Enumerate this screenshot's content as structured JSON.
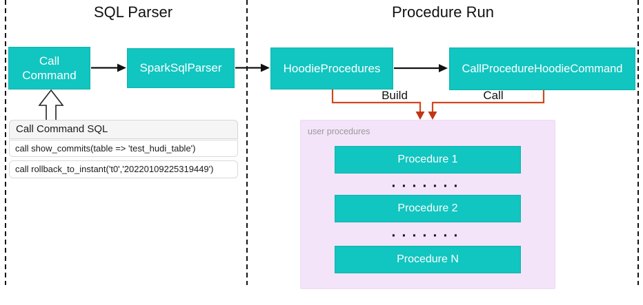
{
  "sections": {
    "sql_parser": {
      "title": "SQL Parser"
    },
    "procedure_run": {
      "title": "Procedure Run"
    }
  },
  "nodes": {
    "call_command": {
      "label": "Call Command"
    },
    "spark_sql_parser": {
      "label": "SparkSqlParser"
    },
    "hoodie_procedures": {
      "label": "HoodieProcedures"
    },
    "call_procedure_hoodie_command": {
      "label": "CallProcedureHoodieCommand"
    }
  },
  "edges": {
    "build_label": "Build",
    "call_label": "Call"
  },
  "sql_panel": {
    "header": "Call Command SQL",
    "rows": [
      "call show_commits(table => 'test_hudi_table')",
      "call rollback_to_instant('t0','20220109225319449')"
    ]
  },
  "user_procedures": {
    "label": "user procedures",
    "items": [
      "Procedure 1",
      "Procedure 2",
      "Procedure N"
    ],
    "dots": "·······"
  },
  "colors": {
    "node_fill": "#11C5C0",
    "node_border": "#0FB2AD",
    "connector_orange": "#D0481C",
    "connector_arrow": "#C23517",
    "panel_purple": "#F3E4F9",
    "panel_label_gray": "#9A9A9A",
    "sql_header_fill": "#F5F5F5",
    "dashed_line": "#111111"
  }
}
